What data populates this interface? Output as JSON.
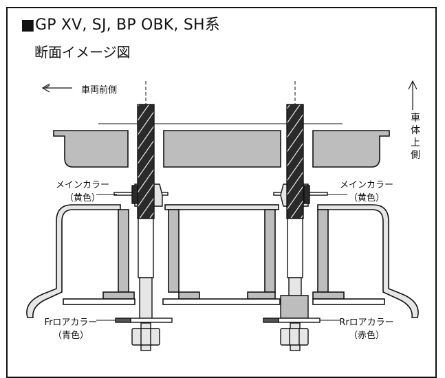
{
  "header": {
    "title": "■GP XV, SJ, BP OBK, SH系",
    "subtitle": "断面イメージ図"
  },
  "labels": {
    "front_direction": "車両前側",
    "body_top": [
      "車",
      "体",
      "上",
      "側"
    ],
    "main_collar_left": {
      "name": "メインカラー",
      "color": "（黄色）"
    },
    "main_collar_right": {
      "name": "メインカラー",
      "color": "（黄色）"
    },
    "fr_lower_collar": {
      "name": "Frロアカラー",
      "color": "（青色）"
    },
    "rr_lower_collar": {
      "name": "Rrロアカラー",
      "color": "（赤色）"
    }
  },
  "colors": {
    "line": "#111111",
    "fill_gray": "#bdbdbd",
    "fill_light": "#e6e6e6",
    "bolt": "#2a2a2a"
  }
}
